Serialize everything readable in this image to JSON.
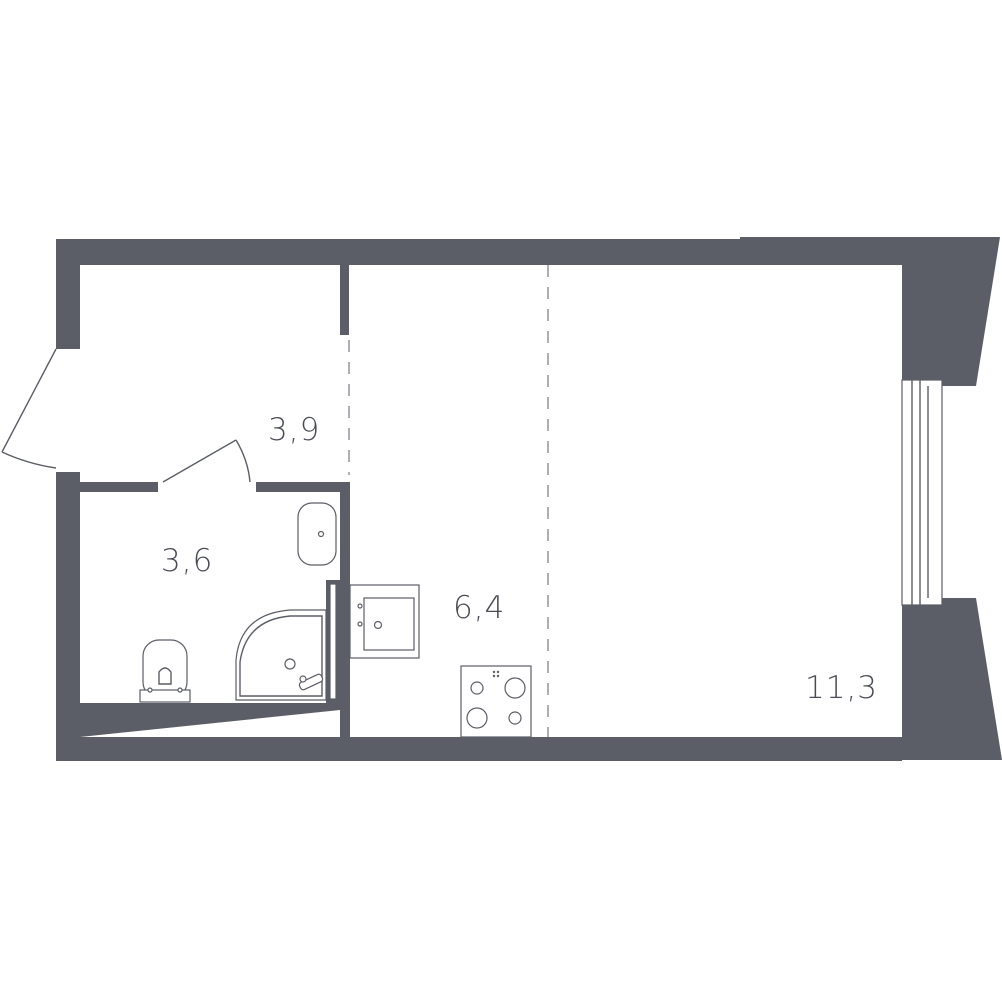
{
  "rooms": {
    "hall": {
      "area": "3,9"
    },
    "bathroom": {
      "area": "3,6"
    },
    "kitchen": {
      "area": "6,4"
    },
    "living": {
      "area": "11,3"
    }
  },
  "colors": {
    "wall": "#5b5e66",
    "background": "#ffffff"
  },
  "icons": [
    "toilet-icon",
    "washbasin-icon",
    "shower-icon",
    "kitchen-sink-icon",
    "stove-icon",
    "window-icon",
    "door-icon"
  ]
}
